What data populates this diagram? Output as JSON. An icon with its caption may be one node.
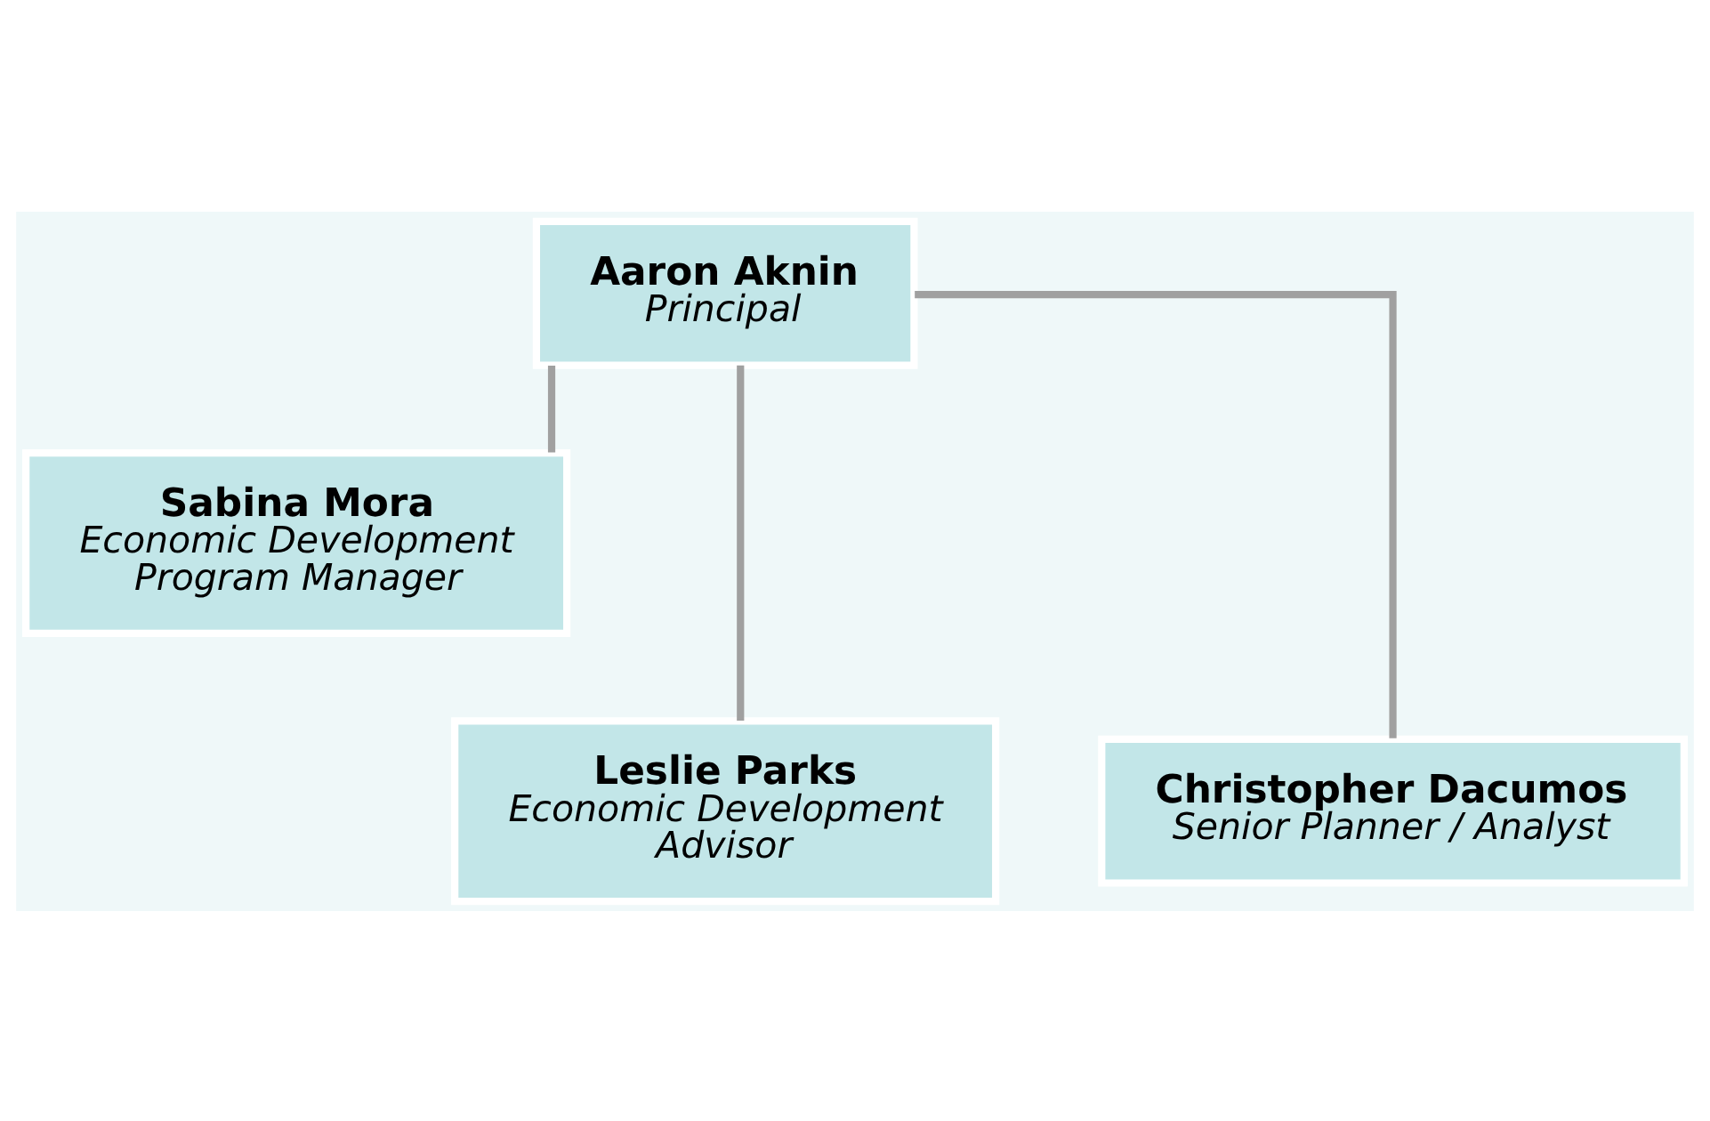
{
  "diagram": {
    "nodes": [
      {
        "text": [
          "Aaron Aknin",
          "Principal"
        ]
      },
      {
        "text": [
          "Sabina Mora",
          "Economic Development Program Manager"
        ]
      },
      {
        "text": [
          "Leslie Parks",
          "Economic Development Advisor"
        ]
      },
      {
        "text": [
          "Christopher Dacumos",
          "Senior Planner / Analyst"
        ]
      }
    ],
    "edges": [
      {
        "from": 0,
        "to": 1,
        "arrow": "none"
      },
      {
        "from": 0,
        "to": 2,
        "arrow": "none"
      },
      {
        "from": 0,
        "to": 3,
        "arrow": "none"
      }
    ]
  }
}
